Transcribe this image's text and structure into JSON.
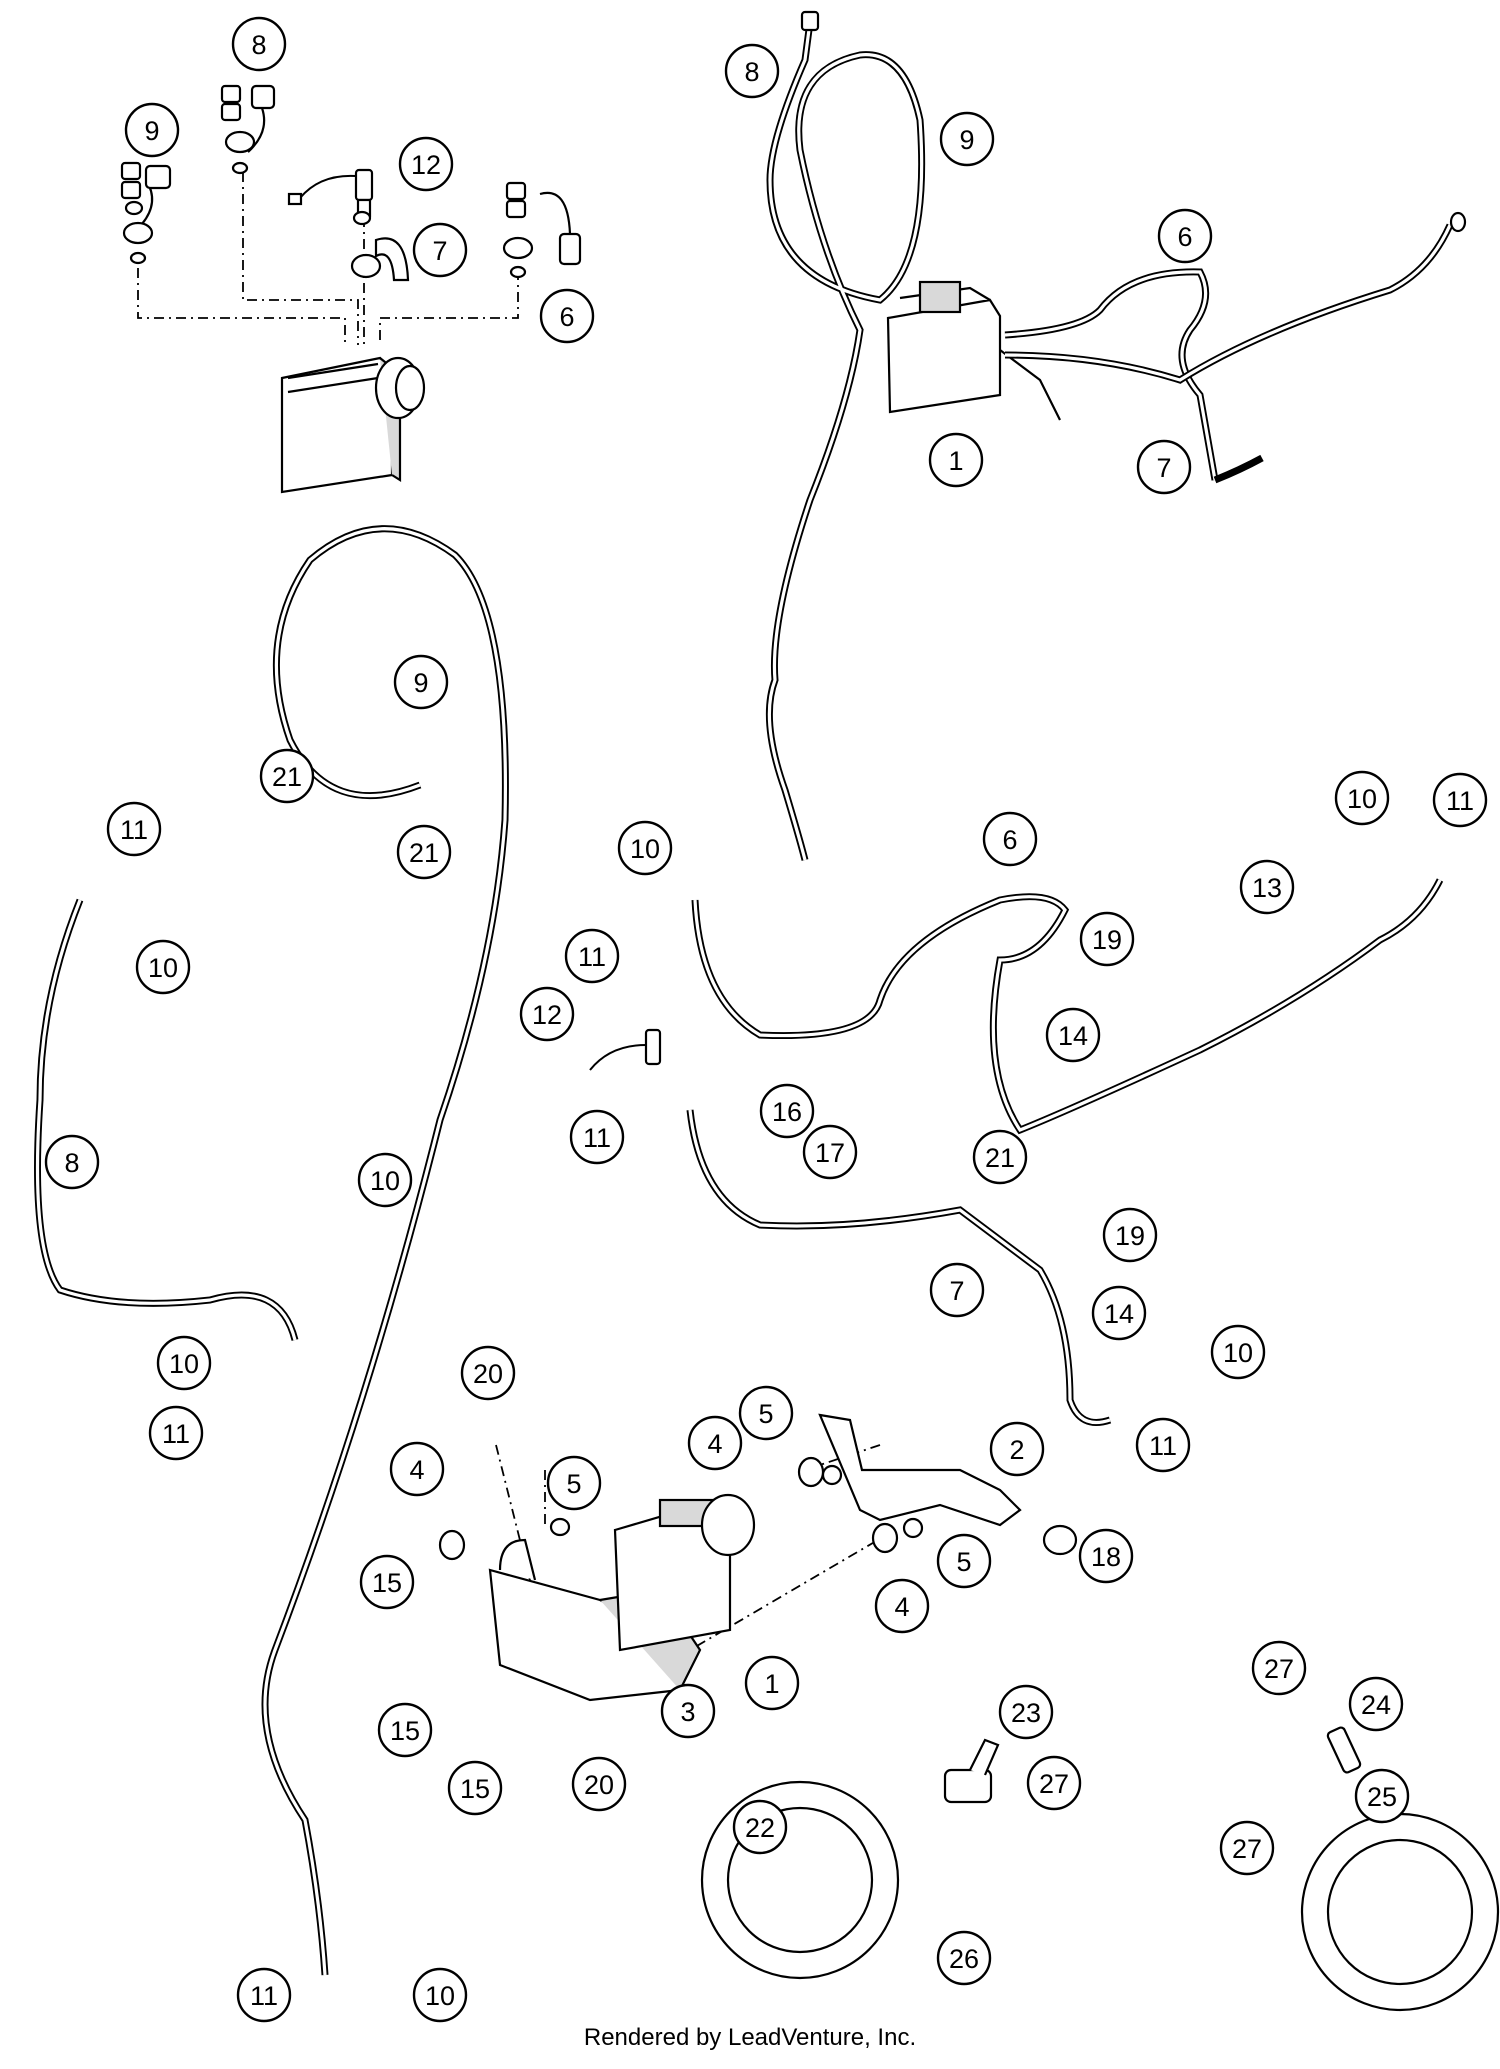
{
  "footer": {
    "credit": "Rendered by LeadVenture, Inc."
  },
  "callouts": [
    {
      "label": "8"
    },
    {
      "label": "9"
    },
    {
      "label": "12"
    },
    {
      "label": "7"
    },
    {
      "label": "6"
    },
    {
      "label": "8"
    },
    {
      "label": "9"
    },
    {
      "label": "6"
    },
    {
      "label": "1"
    },
    {
      "label": "7"
    },
    {
      "label": "9"
    },
    {
      "label": "21"
    },
    {
      "label": "21"
    },
    {
      "label": "11"
    },
    {
      "label": "10"
    },
    {
      "label": "8"
    },
    {
      "label": "10"
    },
    {
      "label": "11"
    },
    {
      "label": "10"
    },
    {
      "label": "11"
    },
    {
      "label": "6"
    },
    {
      "label": "19"
    },
    {
      "label": "14"
    },
    {
      "label": "13"
    },
    {
      "label": "10"
    },
    {
      "label": "11"
    },
    {
      "label": "12"
    },
    {
      "label": "11"
    },
    {
      "label": "10"
    },
    {
      "label": "16"
    },
    {
      "label": "17"
    },
    {
      "label": "21"
    },
    {
      "label": "19"
    },
    {
      "label": "7"
    },
    {
      "label": "14"
    },
    {
      "label": "10"
    },
    {
      "label": "11"
    },
    {
      "label": "20"
    },
    {
      "label": "5"
    },
    {
      "label": "4"
    },
    {
      "label": "2"
    },
    {
      "label": "4"
    },
    {
      "label": "5"
    },
    {
      "label": "18"
    },
    {
      "label": "15"
    },
    {
      "label": "5"
    },
    {
      "label": "4"
    },
    {
      "label": "1"
    },
    {
      "label": "3"
    },
    {
      "label": "15"
    },
    {
      "label": "15"
    },
    {
      "label": "20"
    },
    {
      "label": "27"
    },
    {
      "label": "24"
    },
    {
      "label": "23"
    },
    {
      "label": "27"
    },
    {
      "label": "22"
    },
    {
      "label": "25"
    },
    {
      "label": "27"
    },
    {
      "label": "26"
    },
    {
      "label": "11"
    },
    {
      "label": "10"
    }
  ]
}
